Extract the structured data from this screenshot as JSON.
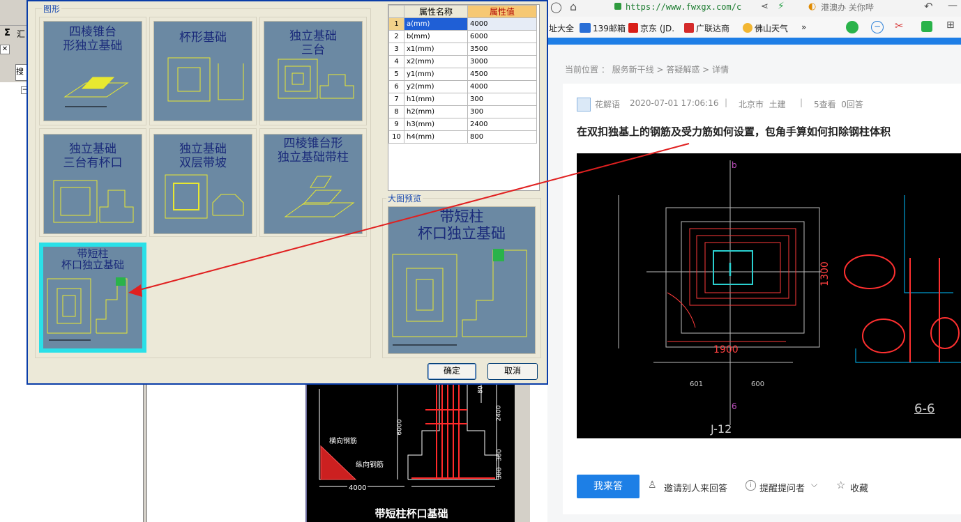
{
  "bg_app": {
    "sigma_label": "Σ",
    "tab_label": "汇",
    "search_label": "搜"
  },
  "dialog": {
    "group_label": "图形",
    "tiles": [
      {
        "label": "四棱锥台形独立基础",
        "line1": "四棱锥台",
        "line2": "形独立基础"
      },
      {
        "label": "杯形基础",
        "line1": "杯形基础",
        "line2": ""
      },
      {
        "label": "独立基础三台",
        "line1": "独立基础",
        "line2": "三台"
      },
      {
        "label": "独立基础三台有杯口",
        "line1": "独立基础",
        "line2": "三台有杯口"
      },
      {
        "label": "独立基础双层带坡",
        "line1": "独立基础",
        "line2": "双层带坡"
      },
      {
        "label": "四棱锥台形独立基础带柱",
        "line1": "四棱锥台形",
        "line2": "独立基础带柱"
      },
      {
        "label": "带短柱杯口独立基础",
        "line1": "带短柱",
        "line2": "杯口独立基础"
      }
    ],
    "table": {
      "col_name": "属性名称",
      "col_value": "属性值",
      "rows": [
        {
          "no": "1",
          "name": "a(mm)",
          "value": "4000"
        },
        {
          "no": "2",
          "name": "b(mm)",
          "value": "6000"
        },
        {
          "no": "3",
          "name": "x1(mm)",
          "value": "3500"
        },
        {
          "no": "4",
          "name": "x2(mm)",
          "value": "3000"
        },
        {
          "no": "5",
          "name": "y1(mm)",
          "value": "4500"
        },
        {
          "no": "6",
          "name": "y2(mm)",
          "value": "4000"
        },
        {
          "no": "7",
          "name": "h1(mm)",
          "value": "300"
        },
        {
          "no": "8",
          "name": "h2(mm)",
          "value": "300"
        },
        {
          "no": "9",
          "name": "h3(mm)",
          "value": "2400"
        },
        {
          "no": "10",
          "name": "h4(mm)",
          "value": "800"
        }
      ]
    },
    "preview_label": "大图预览",
    "preview_title1": "带短柱",
    "preview_title2": "杯口独立基础",
    "ok_label": "确定",
    "cancel_label": "取消"
  },
  "bg_cad": {
    "title": "带短柱杯口基础",
    "lbl_h": "横向钢筋",
    "lbl_v": "纵向钢筋",
    "dim_bottom": "4000",
    "dim_h": "6000",
    "dim_r1": "2400",
    "dim_r2": "300",
    "dim_r3": "300",
    "dim_top": "80"
  },
  "browser": {
    "url": "https://www.fwxgx.com/c",
    "search_hint": "港澳办 关你哔",
    "bookmarks": [
      "址大全",
      "139邮箱",
      "京东 (JD.",
      "广联达商",
      "佛山天气",
      "»"
    ],
    "breadcrumb": "当前位置 ： 服务新干线 > 答疑解惑 > 详情",
    "author": "花解语",
    "date": "2020-07-01 17:06:16",
    "sep": "|",
    "location": "北京市  土建",
    "stats": "5查看  0回答",
    "question_title": "在双扣独基上的钢筋及受力筋如何设置，包角手算如何扣除钢柱体积",
    "drawing_labels": {
      "b_top": "b",
      "dim_1900": "1900",
      "dim_1300": "1300",
      "label_j12": "J-12",
      "label_66": "6-6",
      "dim_601": "601",
      "dim_600": "600",
      "dim_6": "6"
    },
    "answer_button": "我来答",
    "invite": "邀请别人来回答",
    "remind": "提醒提问者",
    "collect": "收藏"
  }
}
